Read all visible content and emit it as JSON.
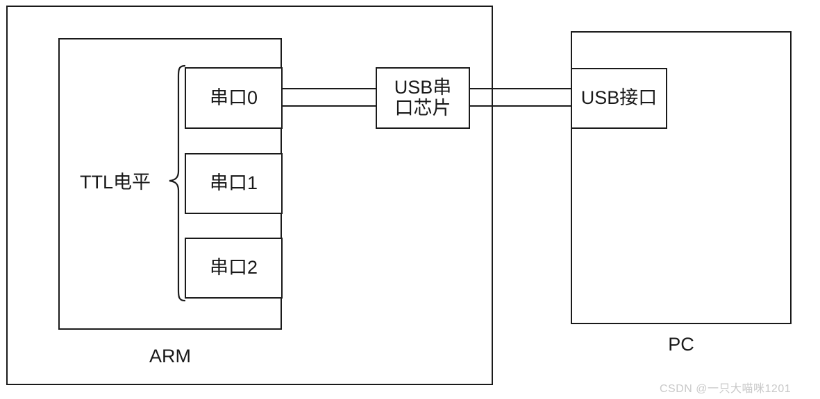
{
  "diagram": {
    "title": "ARM serial port to PC USB connection block diagram",
    "colors": {
      "stroke": "#1a1a1a",
      "background": "#ffffff",
      "watermark": "#c9c9c9"
    },
    "arm": {
      "outer_label": "ARM",
      "inner_label": "",
      "group_label": "TTL电平",
      "ports": [
        {
          "label": "串口0"
        },
        {
          "label": "串口1"
        },
        {
          "label": "串口2"
        }
      ]
    },
    "chip": {
      "label": "USB串口芯片",
      "line1": "USB串",
      "line2": "口芯片"
    },
    "pc": {
      "outer_label": "PC",
      "port_label": "USB接口"
    },
    "connections": {
      "port0_to_chip": 2,
      "chip_to_usb_port": 2
    }
  },
  "watermark": {
    "text": "CSDN @一只大喵咪1201"
  }
}
